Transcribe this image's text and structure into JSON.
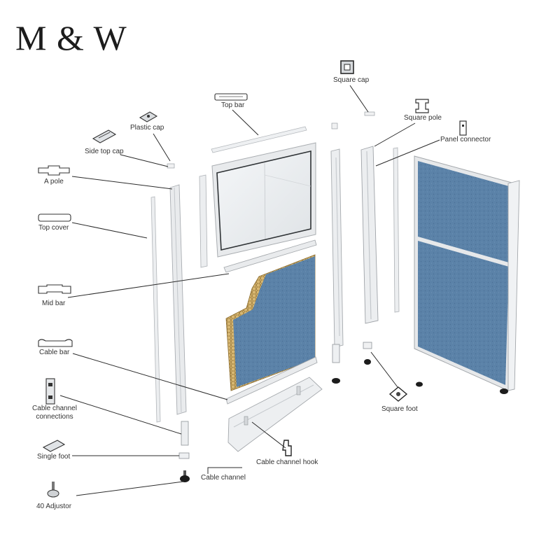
{
  "brand": {
    "logo_text": "M & W"
  },
  "colors": {
    "panel_fabric": "#5b82a8",
    "panel_fabric_dark": "#4a6f95",
    "frame": "#e4e6e8",
    "frame_edge": "#b9bdc1",
    "leader": "#2b2b2b",
    "core": "#c9a45a",
    "glass": "#eef1f3"
  },
  "labels": {
    "square_cap": "Square cap",
    "top_bar": "Top bar",
    "plastic_cap": "Plastic cap",
    "square_pole": "Square pole",
    "side_top_cap": "Side top cap",
    "panel_connector": "Panel connector",
    "a_pole": "A pole",
    "top_cover": "Top cover",
    "mid_bar": "Mid bar",
    "cable_bar": "Cable bar",
    "square_foot": "Square foot",
    "cable_channel_connections": "Cable channel connections",
    "single_foot": "Single foot",
    "cable_channel_hook": "Cable channel hook",
    "cable_channel": "Cable channel",
    "adjustor_40": "40 Adjustor"
  }
}
